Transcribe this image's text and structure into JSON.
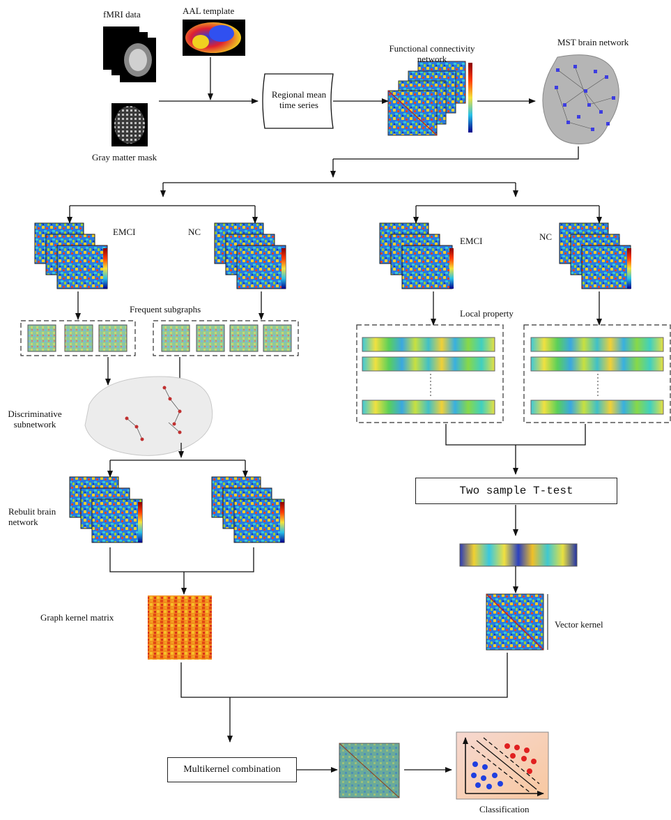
{
  "labels": {
    "fmri_data": "fMRI data",
    "aal_template": "AAL template",
    "gray_matter_mask": "Gray matter mask",
    "regional_mean_l1": "Regional mean",
    "regional_mean_l2": "time series",
    "fc_network_l1": "Functional connectivity",
    "fc_network_l2": "network",
    "mst_brain_network": "MST brain network",
    "emci_left": "EMCI",
    "nc_left": "NC",
    "emci_right": "EMCI",
    "nc_right": "NC",
    "frequent_subgraphs": "Frequent subgraphs",
    "local_property": "Local property",
    "discriminative_l1": "Discriminative",
    "discriminative_l2": "subnetwork",
    "rebuilt_l1": "Rebulit brain",
    "rebuilt_l2": "network",
    "two_sample_ttest": "Two sample T-test",
    "graph_kernel_matrix": "Graph kernel matrix",
    "vector_kernel": "Vector kernel",
    "multikernel_combination": "Multikernel combination",
    "classification": "Classification"
  },
  "colors": {
    "line": "#111111",
    "matrix_bg": "#1f6fd0",
    "graph_kernel": "#f07a1a",
    "brain_gray": "#bdbdbd",
    "node_blue": "#3d3de0"
  }
}
